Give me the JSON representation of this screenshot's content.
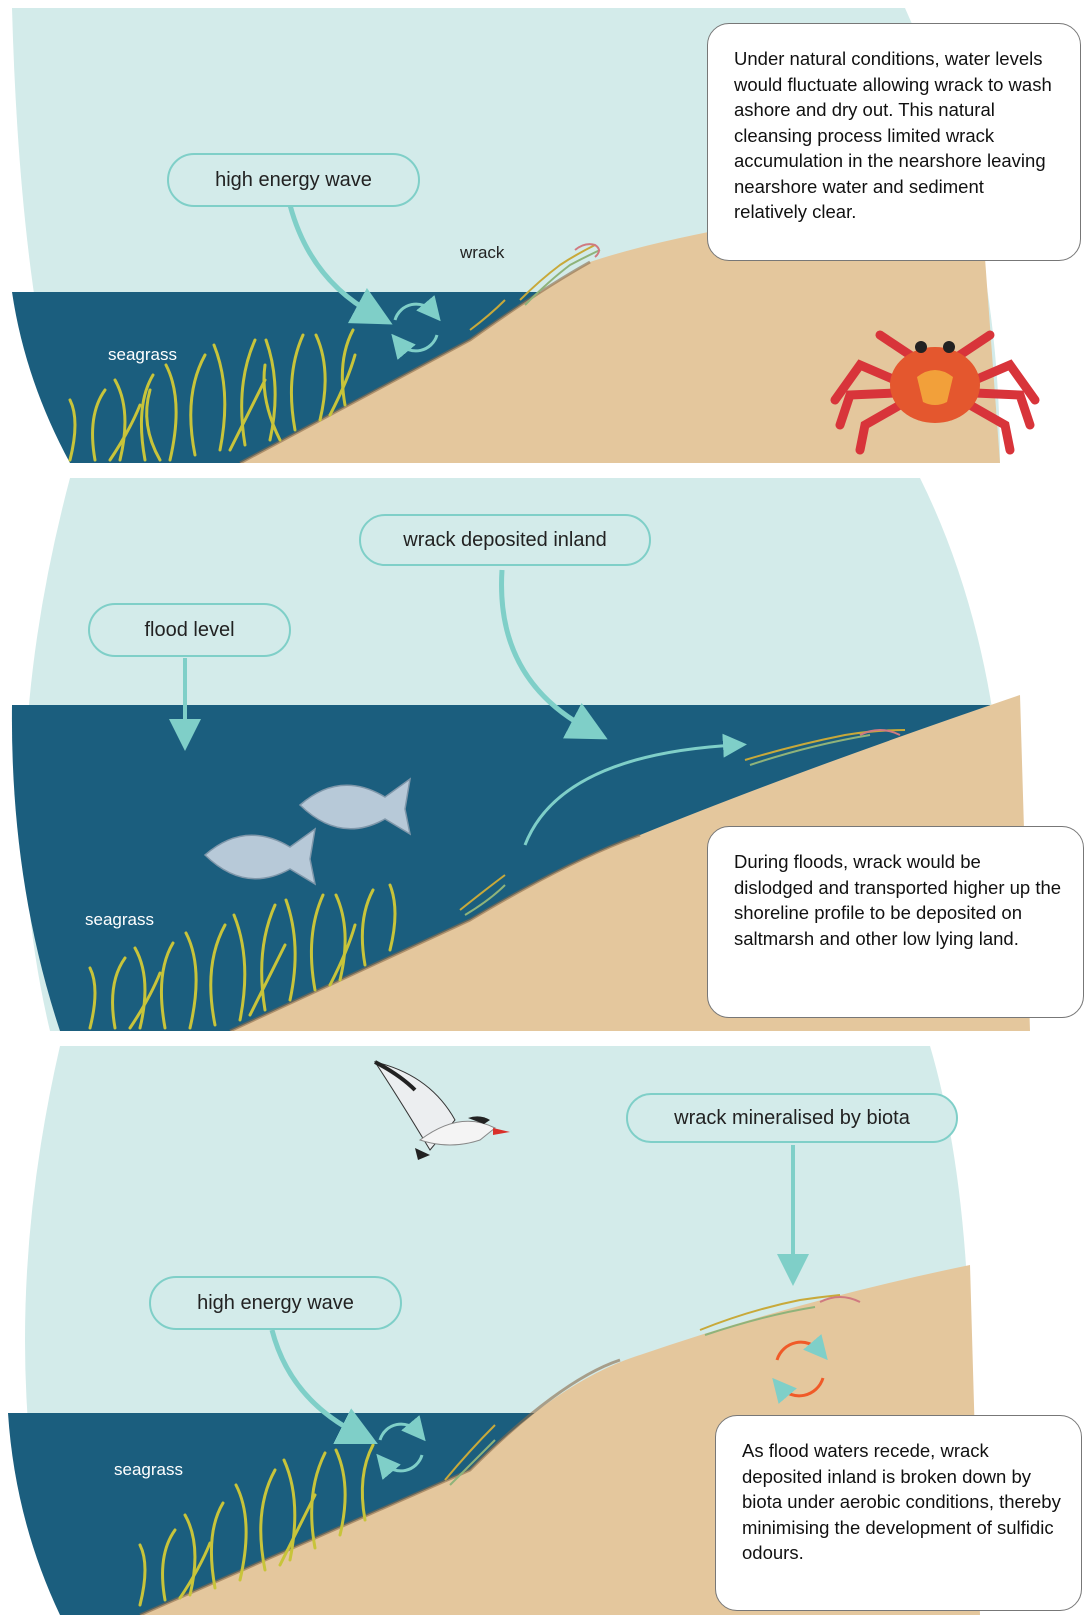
{
  "panel1": {
    "wave_label": "high energy wave",
    "wrack_label": "wrack",
    "seagrass_label": "seagrass",
    "description": "Under natural conditions, water levels would fluctuate allowing wrack to wash ashore and dry out. This natural cleansing process limited wrack accumulation in the nearshore leaving nearshore water and sediment relatively clear."
  },
  "panel2": {
    "deposit_label": "wrack deposited inland",
    "flood_label": "flood level",
    "seagrass_label": "seagrass",
    "description": "During floods, wrack would be dislodged and transported higher up the shoreline profile to be deposited on saltmarsh and other low lying land."
  },
  "panel3": {
    "mineralised_label": "wrack mineralised by biota",
    "wave_label": "high energy wave",
    "seagrass_label": "seagrass",
    "description": "As flood waters recede, wrack deposited inland is broken down by biota under aerobic conditions, thereby minimising the development of sulfidic odours."
  },
  "colors": {
    "sky": "#d3ebea",
    "water": "#1b5e7e",
    "sand": "#e4c79d",
    "accent": "#7fcfc8",
    "biota_cycle": "#f05a28"
  }
}
